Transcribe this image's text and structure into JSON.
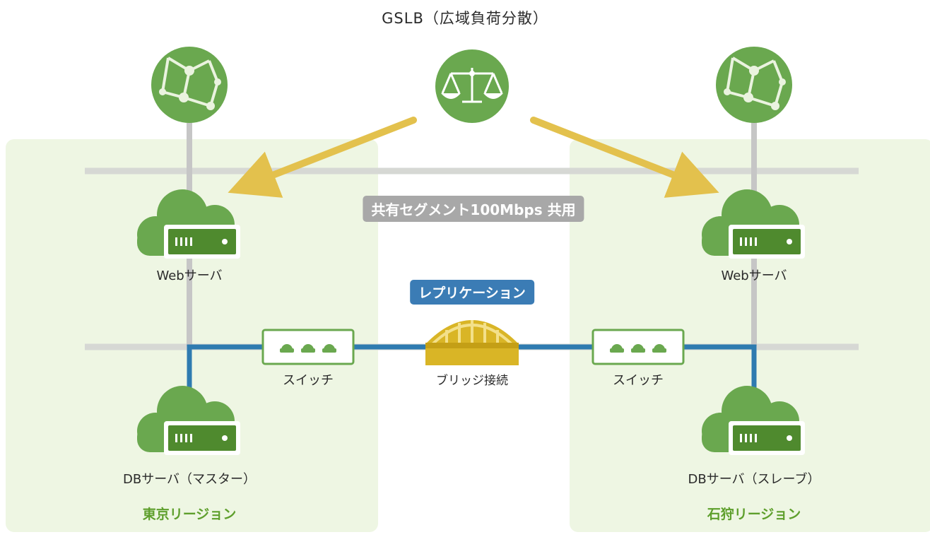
{
  "title": "GSLB（広域負荷分散）",
  "shared_segment": "共有セグメント100Mbps 共用",
  "replication": "レプリケーション",
  "bridge": "ブリッジ接続",
  "regions": {
    "tokyo": {
      "name": "東京リージョン",
      "web_server": "Webサーバ",
      "db_server": "DBサーバ（マスター）",
      "switch": "スイッチ"
    },
    "ishikari": {
      "name": "石狩リージョン",
      "web_server": "Webサーバ",
      "db_server": "DBサーバ（スレーブ）",
      "switch": "スイッチ"
    }
  },
  "colors": {
    "region_bg": "#eef6e3",
    "green": "#6aa84f",
    "dark_green": "#4f8a2e",
    "arrow": "#e3c14d",
    "network_blue": "#2e7bb0",
    "line_gray": "#c8c8c8"
  }
}
